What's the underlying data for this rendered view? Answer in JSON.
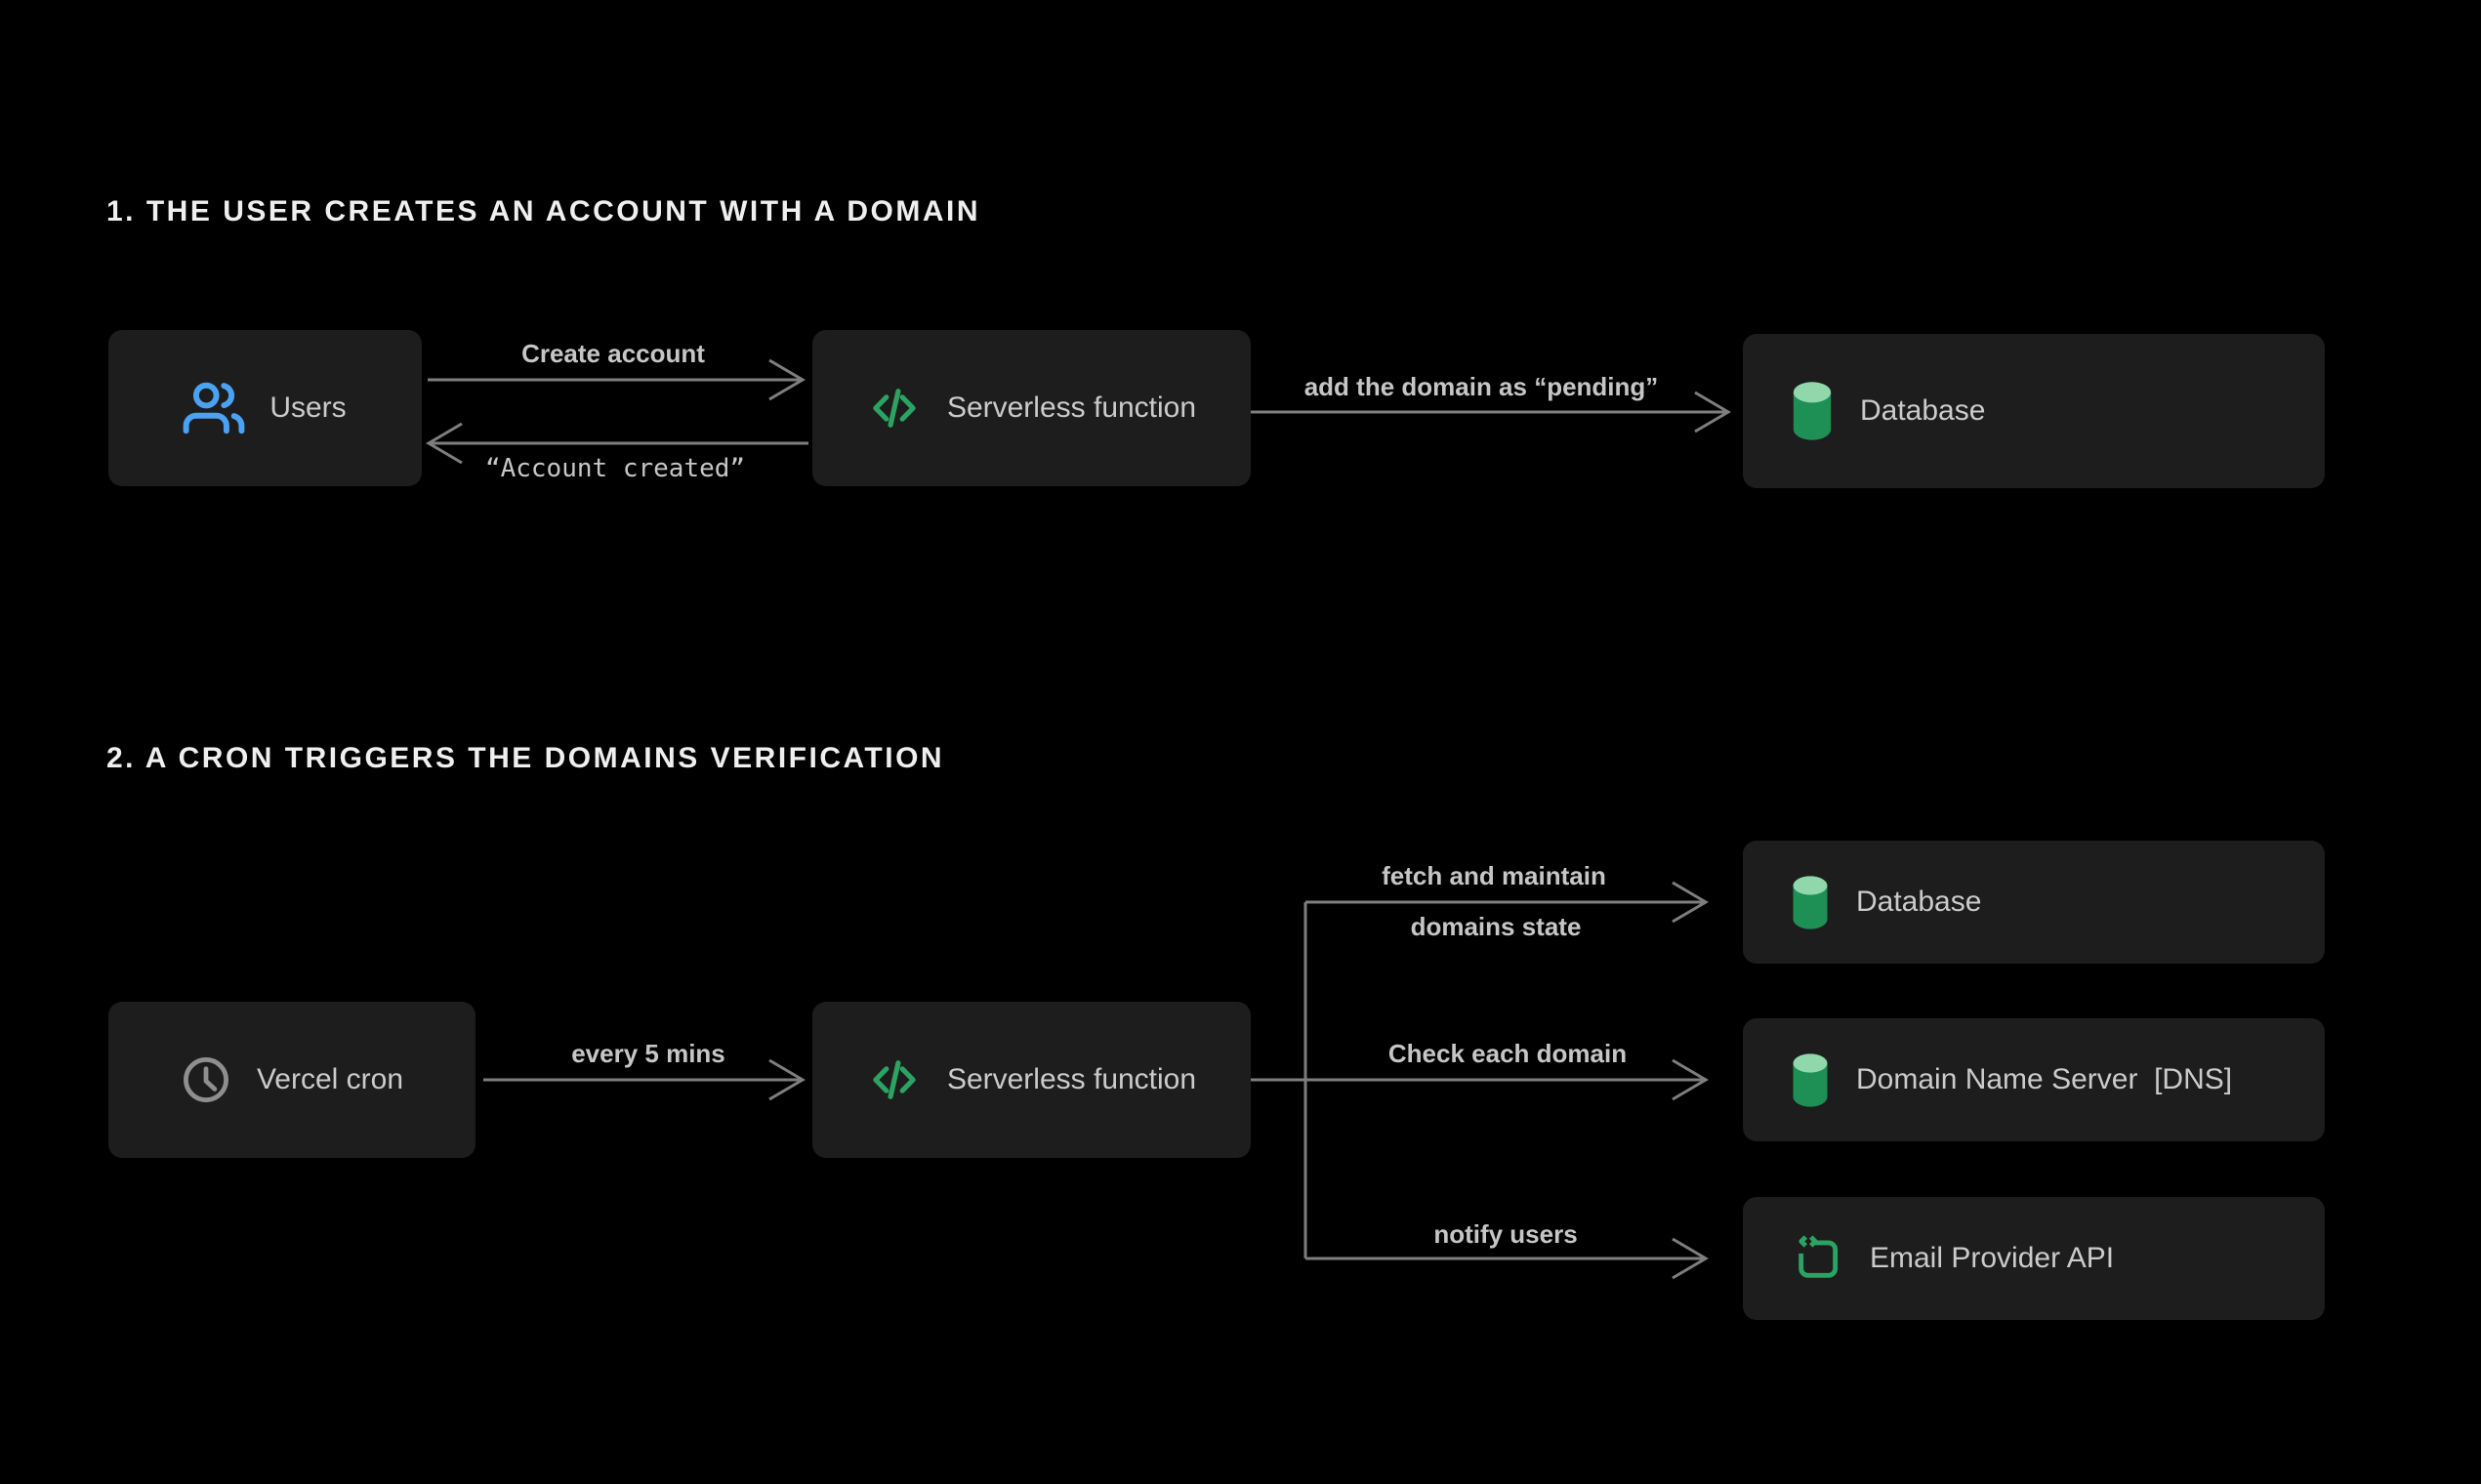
{
  "sections": [
    {
      "title": "1. THE USER CREATES AN ACCOUNT WITH A DOMAIN"
    },
    {
      "title": "2. A CRON TRIGGERS THE DOMAINS VERIFICATION"
    }
  ],
  "nodes": {
    "users": {
      "label": "Users",
      "icon": "users-icon"
    },
    "serverless_1": {
      "label": "Serverless function",
      "icon": "code-icon"
    },
    "database_1": {
      "label": "Database",
      "icon": "database-cylinder-icon"
    },
    "vercel_cron": {
      "label": "Vercel cron",
      "icon": "clock-icon"
    },
    "serverless_2": {
      "label": "Serverless function",
      "icon": "code-icon"
    },
    "database_2": {
      "label": "Database",
      "icon": "database-cylinder-icon"
    },
    "dns": {
      "label": "Domain Name Server  [DNS]",
      "icon": "database-cylinder-icon"
    },
    "email_api": {
      "label": "Email Provider API",
      "icon": "code-box-icon"
    }
  },
  "edge_labels": {
    "create_account": "Create account",
    "account_created": "“Account created”",
    "add_domain_pending": "add the domain as “pending”",
    "every_5_mins": "every 5 mins",
    "fetch_and_maintain_line1": "fetch and maintain",
    "fetch_and_maintain_line2": "domains state",
    "check_each_domain": "Check each domain",
    "notify_users": "notify users"
  },
  "colors": {
    "background": "#000000",
    "node_background": "#1d1d1d",
    "node_text": "#cbcbcb",
    "title_text": "#efefef",
    "edge_label_text": "#c6c6c6",
    "line_gray": "#7e7e7e",
    "accent_blue": "#4aa2f5",
    "accent_green": "#2ba463",
    "cylinder_top_green": "#90d8ac",
    "cylinder_body_green": "#1e8f55",
    "clock_gray": "#8f8f8f"
  }
}
